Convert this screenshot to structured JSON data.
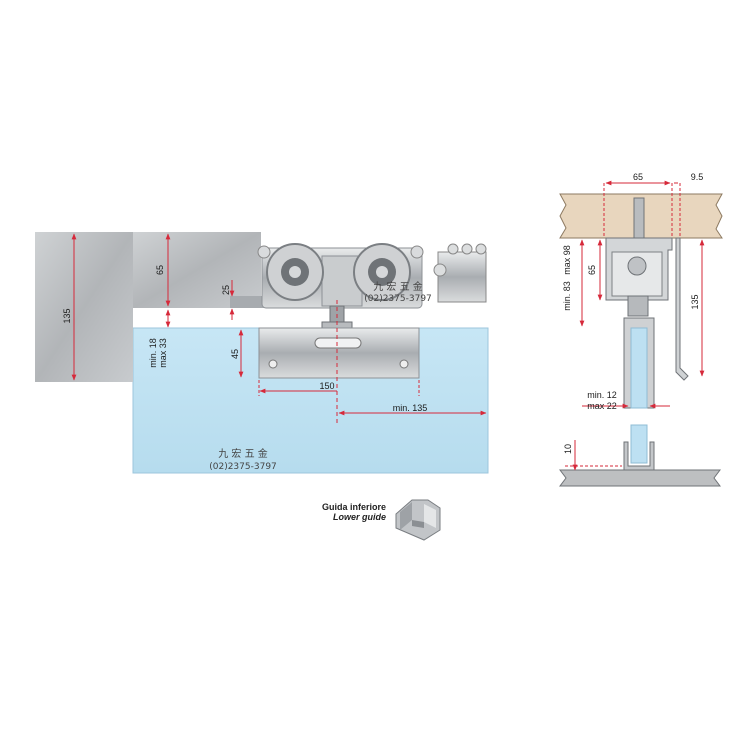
{
  "front_view": {
    "dims": {
      "wall_height": "135",
      "track_height": "65",
      "gap": "25",
      "clearance_min": "min. 18",
      "clearance_max": "max 33",
      "clamp_height": "45",
      "clamp_width": "150",
      "edge_min": "min. 135"
    },
    "watermark": {
      "glass_name": "九 宏 五 金",
      "glass_phone": "(02)2375-3797",
      "roller_name": "九 宏 五 金",
      "roller_phone": "(02)2375-3797"
    }
  },
  "side_view": {
    "dims": {
      "top_width": "65",
      "top_offset": "9.5",
      "range_min": "min. 83",
      "range_max": "max 98",
      "inner_height": "65",
      "total_height": "135",
      "glass_min": "min. 12",
      "glass_max": "max 22",
      "guide_height": "10"
    }
  },
  "lower_guide": {
    "label_it": "Guida inferiore",
    "label_en": "Lower guide"
  },
  "colors": {
    "dimension_red": "#d6293a",
    "glass_blue": "#bde0f2",
    "steel_gray": "#b9bcbf",
    "wood": "#e8d6be"
  }
}
